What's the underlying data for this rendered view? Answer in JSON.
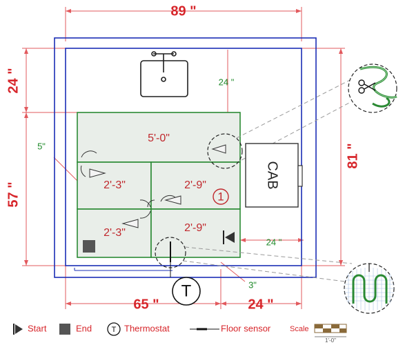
{
  "dimensions": {
    "overall_width": "89 \"",
    "left_upper_height": "24 \"",
    "left_lower_height": "57 \"",
    "right_height": "81 \"",
    "sink_gap": "24 \"",
    "side_gap": "5\"",
    "right_gap": "24 \"",
    "bottom_gap": "3\"",
    "bottom_left": "65 \"",
    "bottom_right": "24 \""
  },
  "zones": {
    "top": "5'-0\"",
    "mid_left": "2'-3\"",
    "mid_right": "2'-9\"",
    "bottom_left": "2'-3\"",
    "bottom_right": "2'-9\""
  },
  "circuit_number": "1",
  "fixtures": {
    "cabinet": "CAB",
    "thermostat_symbol": "T"
  },
  "legend": {
    "start": "Start",
    "end": "End",
    "thermostat": "Thermostat",
    "thermostat_symbol": "T",
    "floor_sensor": "Floor sensor",
    "scale": "Scale",
    "scale_unit": "1'-0\""
  },
  "colors": {
    "wall": "#1a2db5",
    "heat_zone": "#2b8a34",
    "dimension": "#d7262b",
    "green_text": "#1f8a2a",
    "zone_fill": "#e9eee9"
  }
}
